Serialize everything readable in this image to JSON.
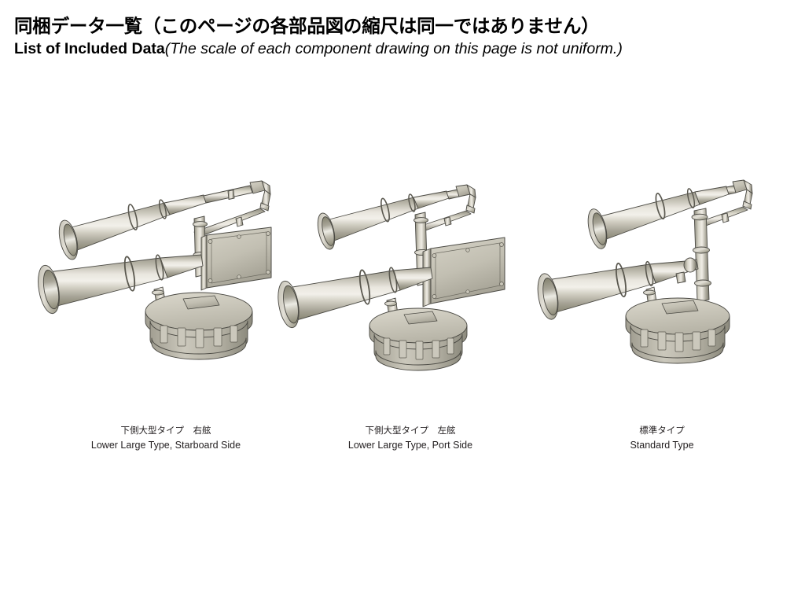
{
  "page": {
    "background_color": "#ffffff",
    "text_color": "#000000"
  },
  "header": {
    "title_ja": "同梱データ一覧（このページの各部品図の縮尺は同一ではありません）",
    "title_en_bold": "List of Included Data",
    "title_en_note": "(The scale of each component drawing on this page is not uniform.)"
  },
  "figures": [
    {
      "id": "lower-large-starboard",
      "caption_ja": "下側大型タイプ　右舷",
      "caption_en": "Lower Large Type, Starboard Side",
      "subject": "twin-air-horn-assembly",
      "horn_count": 2,
      "has_junction_box": true,
      "base_type": "ribbed-oval-pedestal"
    },
    {
      "id": "lower-large-port",
      "caption_ja": "下側大型タイプ　左舷",
      "caption_en": "Lower Large Type, Port Side",
      "subject": "twin-air-horn-assembly",
      "horn_count": 2,
      "has_junction_box": true,
      "base_type": "ribbed-oval-pedestal"
    },
    {
      "id": "standard",
      "caption_ja": "標準タイプ",
      "caption_en": "Standard Type",
      "subject": "twin-air-horn-assembly",
      "horn_count": 2,
      "has_junction_box": false,
      "base_type": "ribbed-oval-pedestal"
    }
  ],
  "render_colors": {
    "metal_highlight": "#ece9e1",
    "metal_light": "#d6d3c7",
    "metal_mid": "#b5b2a5",
    "metal_shade": "#9a9789",
    "metal_dark": "#7e7b6f",
    "metal_darkest": "#66645a",
    "outline": "#4b4a44",
    "bell_interior_dark": "#8e8c80",
    "bell_interior_light": "#e4e1d8"
  }
}
